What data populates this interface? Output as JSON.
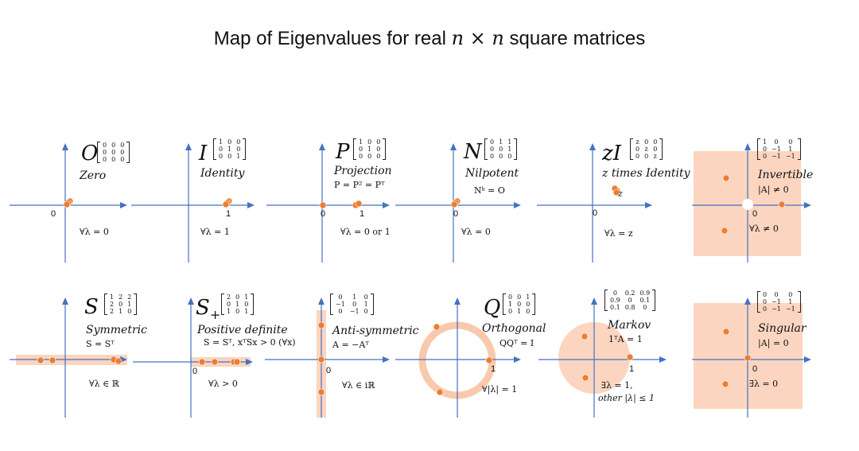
{
  "title": {
    "prefix": "Map of Eigenvalues for real ",
    "math": "n × n",
    "suffix": " square matrices"
  },
  "colors": {
    "axis": "#4472c4",
    "dot": "#ed7d31",
    "region": "#fbd5c0",
    "region_stroke": "#f8c9ad"
  },
  "panels": [
    {
      "id": "zero",
      "symbol": "O",
      "name": "Zero",
      "formula": "",
      "eigen": "∀λ = 0",
      "matrix": [
        [
          "0",
          "0",
          "0"
        ],
        [
          "0",
          "0",
          "0"
        ],
        [
          "0",
          "0",
          "0"
        ]
      ],
      "ticks": [
        "0"
      ]
    },
    {
      "id": "identity",
      "symbol": "I",
      "name": "Identity",
      "formula": "",
      "eigen": "∀λ = 1",
      "matrix": [
        [
          "1",
          "0",
          "0"
        ],
        [
          "0",
          "1",
          "0"
        ],
        [
          "0",
          "0",
          "1"
        ]
      ],
      "ticks": [
        "1"
      ]
    },
    {
      "id": "projection",
      "symbol": "P",
      "name": "Projection",
      "formula": "P = P² = Pᵀ",
      "eigen": "∀λ = 0 or 1",
      "matrix": [
        [
          "1",
          "0",
          "0"
        ],
        [
          "0",
          "1",
          "0"
        ],
        [
          "0",
          "0",
          "0"
        ]
      ],
      "ticks": [
        "0",
        "1"
      ]
    },
    {
      "id": "nilpotent",
      "symbol": "N",
      "name": "Nilpotent",
      "formula": "Nᵏ = O",
      "eigen": "∀λ = 0",
      "matrix": [
        [
          "0",
          "1",
          "1"
        ],
        [
          "0",
          "0",
          "1"
        ],
        [
          "0",
          "0",
          "0"
        ]
      ],
      "ticks": [
        "0"
      ]
    },
    {
      "id": "z-identity",
      "symbol": "zI",
      "name": "z times Identity",
      "formula": "",
      "eigen": "∀λ = z",
      "matrix": [
        [
          "z",
          "0",
          "0"
        ],
        [
          "0",
          "z",
          "0"
        ],
        [
          "0",
          "0",
          "z"
        ]
      ],
      "ticks": [
        "0"
      ],
      "point_label": "z"
    },
    {
      "id": "invertible",
      "symbol": "",
      "name": "Invertible",
      "formula": "|A| ≠ 0",
      "eigen": "∀λ ≠ 0",
      "matrix": [
        [
          "1",
          "0",
          "0"
        ],
        [
          "0",
          "−1",
          "1"
        ],
        [
          "0",
          "−1",
          "−1"
        ]
      ],
      "ticks": [
        "0"
      ]
    },
    {
      "id": "symmetric",
      "symbol": "S",
      "name": "Symmetric",
      "formula": "S = Sᵀ",
      "eigen": "∀λ ∈ ℝ",
      "matrix": [
        [
          "1",
          "2",
          "2"
        ],
        [
          "2",
          "0",
          "1"
        ],
        [
          "2",
          "1",
          "0"
        ]
      ],
      "ticks": []
    },
    {
      "id": "positive-definite",
      "symbol": "S",
      "symbol_sub": "+",
      "name": "Positive definite",
      "formula": "S = Sᵀ, xᵀSx > 0 (∀x)",
      "eigen": "∀λ > 0",
      "matrix": [
        [
          "2",
          "0",
          "1"
        ],
        [
          "0",
          "1",
          "0"
        ],
        [
          "1",
          "0",
          "1"
        ]
      ],
      "ticks": [
        "0"
      ]
    },
    {
      "id": "anti-symmetric",
      "symbol": "",
      "name": "Anti-symmetric",
      "formula": "A = −Aᵀ",
      "eigen": "∀λ ∈ iℝ",
      "matrix": [
        [
          "0",
          "1",
          "0"
        ],
        [
          "−1",
          "0",
          "1"
        ],
        [
          "0",
          "−1",
          "0"
        ]
      ],
      "ticks": [
        "0"
      ]
    },
    {
      "id": "orthogonal",
      "symbol": "Q",
      "name": "Orthogonal",
      "formula": "QQᵀ = I",
      "eigen": "∀|λ| = 1",
      "matrix": [
        [
          "0",
          "0",
          "1"
        ],
        [
          "1",
          "0",
          "0"
        ],
        [
          "0",
          "1",
          "0"
        ]
      ],
      "ticks": [
        "1"
      ]
    },
    {
      "id": "markov",
      "symbol": "",
      "name": "Markov",
      "formula": "1ᵀA = 1",
      "eigen": "∃λ = 1,",
      "eigen2": "other |λ| ≤ 1",
      "matrix": [
        [
          "0",
          "0.2",
          "0.9"
        ],
        [
          "0.9",
          "0",
          "0.1"
        ],
        [
          "0.1",
          "0.8",
          "0"
        ]
      ],
      "ticks": [
        "1"
      ]
    },
    {
      "id": "singular",
      "symbol": "",
      "name": "Singular",
      "formula": "|A| = 0",
      "eigen": "∃λ = 0",
      "matrix": [
        [
          "0",
          "0",
          "0"
        ],
        [
          "0",
          "−1",
          "1"
        ],
        [
          "0",
          "−1",
          "−1"
        ]
      ],
      "ticks": [
        "0"
      ]
    }
  ]
}
